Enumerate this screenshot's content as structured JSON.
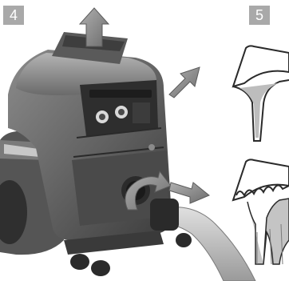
{
  "steps": [
    {
      "number": "4",
      "illustration": "vacuum-cleaner-with-arrows"
    },
    {
      "number": "5",
      "illustration": "filter-dirt-comparison"
    }
  ],
  "colors": {
    "badge_background": "#a9a9a9",
    "badge_text": "#ffffff",
    "body_dark": "#3a3a3a",
    "body_mid": "#6e6e6e",
    "body_light": "#9a9a9a",
    "arrow_fill": "#8a8a8a"
  }
}
